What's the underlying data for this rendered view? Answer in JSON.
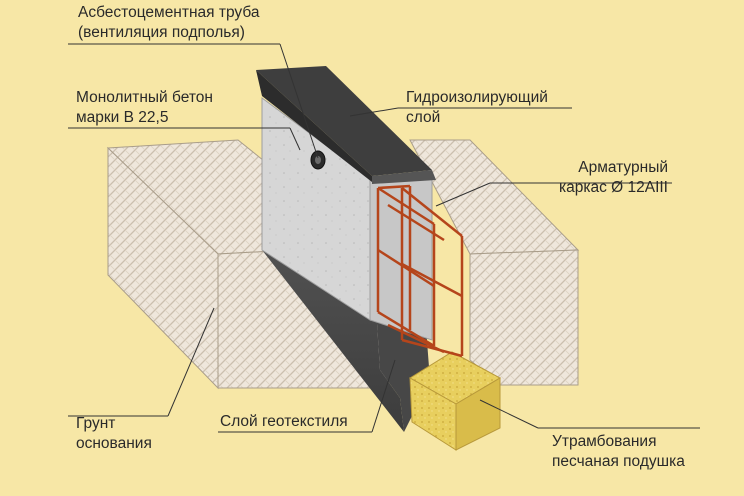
{
  "colors": {
    "background": "#f7e7a6",
    "soil_fill": "#efe7dc",
    "concrete": "#d9d9d9",
    "waterproofing": "#4a4a4a",
    "rebar": "#b5451b",
    "sand": "#e8cf5e",
    "leader_line": "#333333"
  },
  "labels": {
    "pipe": {
      "line1": "Асбестоцементная труба",
      "line2": "(вентиляция подполья)"
    },
    "concrete": {
      "line1": "Монолитный бетон",
      "line2": "марки В 22,5"
    },
    "waterproof": {
      "line1": "Гидроизолирующий",
      "line2": "слой"
    },
    "rebar": {
      "line1": "Арматурный",
      "line2": "каркас Ø 12AIII"
    },
    "soil": {
      "line1": "Грунт",
      "line2": "основания"
    },
    "geotextile": {
      "line1": "Слой геотекстиля"
    },
    "sand": {
      "line1": "Утрамбования",
      "line2": "песчаная подушка"
    }
  }
}
